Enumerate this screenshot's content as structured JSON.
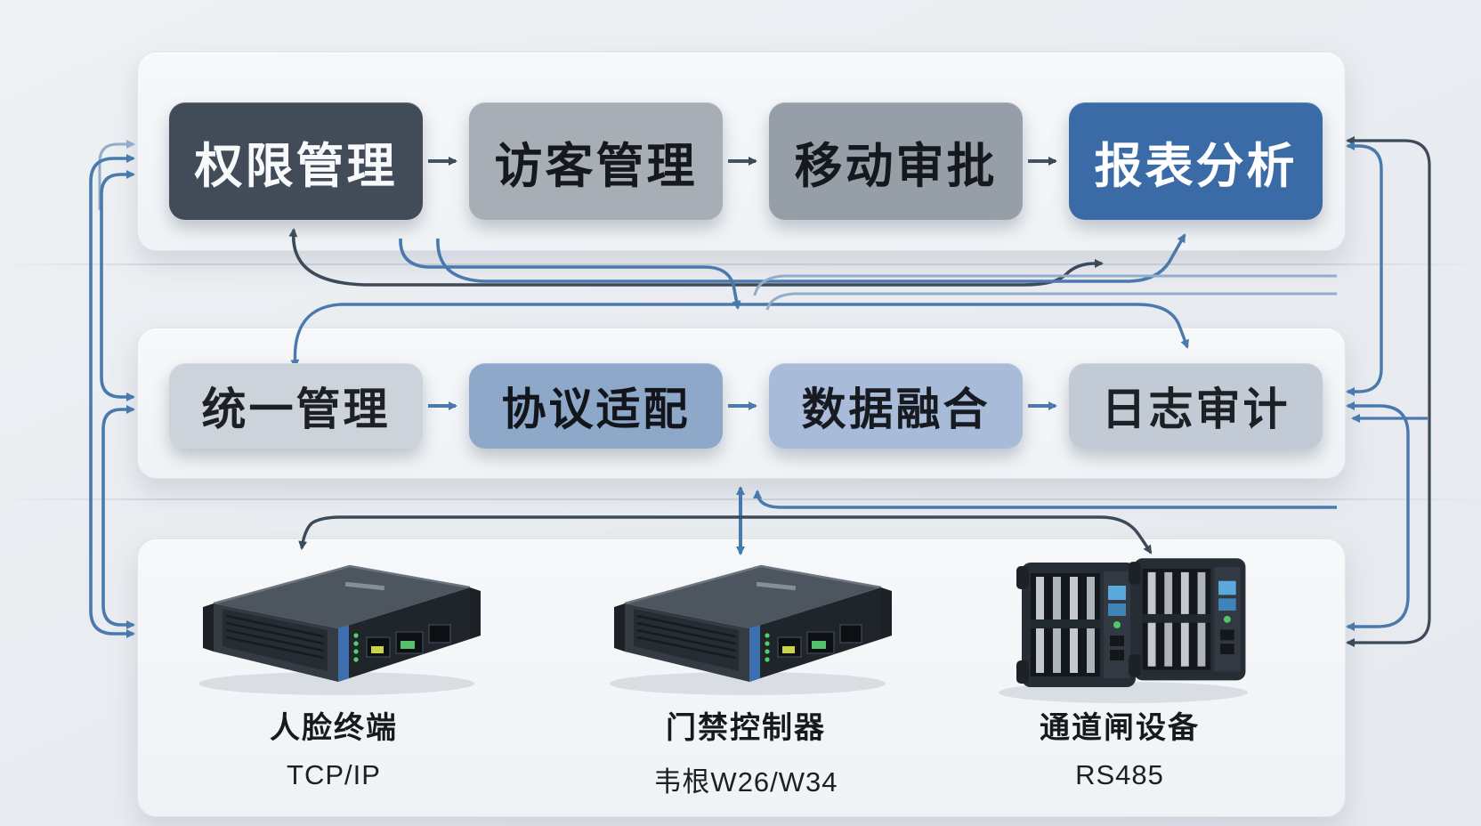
{
  "top_row": {
    "boxes": [
      {
        "label": "权限管理"
      },
      {
        "label": "访客管理"
      },
      {
        "label": "移动审批"
      },
      {
        "label": "报表分析"
      }
    ]
  },
  "middle_row": {
    "boxes": [
      {
        "label": "统一管理"
      },
      {
        "label": "协议适配"
      },
      {
        "label": "数据融合"
      },
      {
        "label": "日志审计"
      }
    ]
  },
  "devices": [
    {
      "name": "人脸终端",
      "protocol": "TCP/IP"
    },
    {
      "name": "门禁控制器",
      "protocol": "韦根W26/W34"
    },
    {
      "name": "通道闸设备",
      "protocol": "RS485"
    }
  ],
  "colors": {
    "box_permission": "#414c58",
    "box_visitor": "#a7aeb6",
    "box_mobile": "#969fa8",
    "box_report": "#3a6ba7",
    "box_unified": "#cdd3da",
    "box_protocol": "#8ea8ca",
    "box_fusion": "#a8bbd8",
    "box_audit": "#c2cbd5",
    "text_light": "#f7f9fb",
    "text_dark": "#15181c",
    "arrow_dark": "#3c4a59",
    "arrow_blue": "#4a7aad",
    "arrow_light": "#93acc9",
    "panel_bg": "#f3f5f8"
  }
}
